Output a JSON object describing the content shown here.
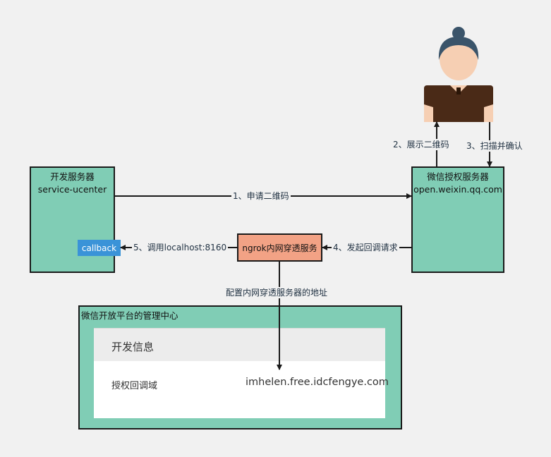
{
  "nodes": {
    "dev_server": {
      "title": "开发服务器",
      "subtitle": "service-ucenter",
      "callback": "callback"
    },
    "wechat_auth_server": {
      "title": "微信授权服务器",
      "subtitle": "open.weixin.qq.com"
    },
    "ngrok": {
      "label": "ngrok内网穿透服务"
    },
    "user": {
      "icon": "person-avatar-icon"
    },
    "wechat_platform": {
      "title": "微信开放平台的管理中心",
      "card_header": "开发信息",
      "field_label": "授权回调域",
      "field_value": "imhelen.free.idcfengye.com"
    }
  },
  "edges": {
    "request_qr": "1、申请二维码",
    "show_qr": "2、展示二维码",
    "scan_confirm": "3、扫描并确认",
    "callback_request": "4、发起回调请求",
    "call_localhost": "5、调用localhost:8160",
    "configure": "配置内网穿透服务器的地址"
  },
  "colors": {
    "background": "#f1f1f1",
    "box_fill": "#80cdb5",
    "ngrok_fill": "#f2a285",
    "callback_fill": "#3a93d8",
    "line": "#1a1a1a"
  }
}
